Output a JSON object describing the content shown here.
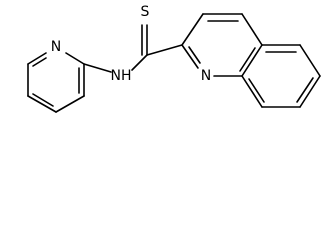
{
  "molecule": {
    "atoms": {
      "sulfur": "S",
      "amide_nitrogen": "NH",
      "pyridine_nitrogen": "N",
      "quinoline_nitrogen": "N"
    }
  }
}
